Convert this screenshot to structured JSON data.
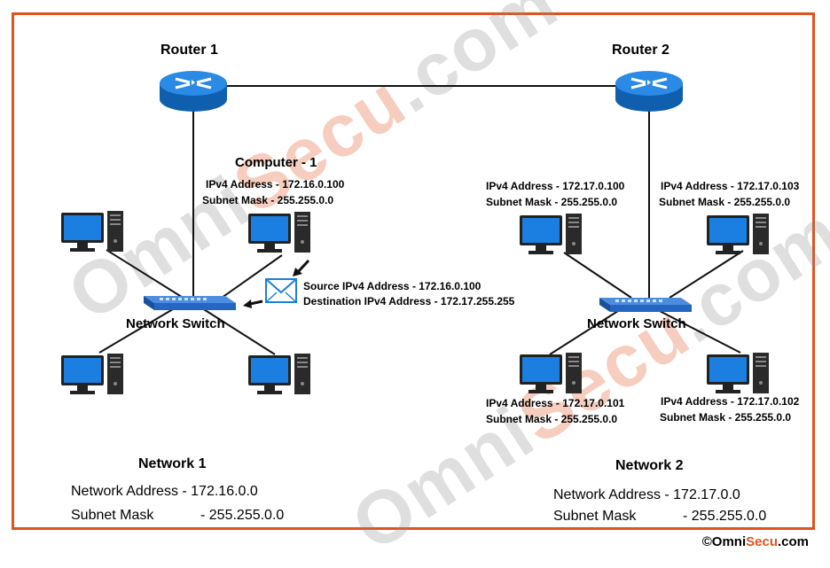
{
  "routers": [
    {
      "label": "Router 1"
    },
    {
      "label": "Router 2"
    }
  ],
  "network1": {
    "switch_label": "Network Switch",
    "computer1": {
      "title": "Computer - 1",
      "ipv4": "IPv4 Address - 172.16.0.100",
      "mask": "Subnet Mask - 255.255.0.0"
    },
    "packet": {
      "source": "Source IPv4 Address - 172.16.0.100",
      "destination": "Destination IPv4 Address - 172.17.255.255"
    },
    "title": "Network 1",
    "address": "Network Address - 172.16.0.0",
    "mask_label": "Subnet Mask",
    "mask_value": "- 255.255.0.0"
  },
  "network2": {
    "switch_label": "Network Switch",
    "hosts": [
      {
        "ipv4": "IPv4 Address - 172.17.0.100",
        "mask": "Subnet Mask  - 255.255.0.0"
      },
      {
        "ipv4": "IPv4 Address - 172.17.0.103",
        "mask": "Subnet Mask  - 255.255.0.0"
      },
      {
        "ipv4": "IPv4 Address - 172.17.0.101",
        "mask": "Subnet Mask - 255.255.0.0"
      },
      {
        "ipv4": "IPv4 Address - 172.17.0.102",
        "mask": "Subnet Mask - 255.255.0.0"
      }
    ],
    "title": "Network 2",
    "address": "Network Address - 172.17.0.0",
    "mask_label": "Subnet Mask",
    "mask_value": "- 255.255.0.0"
  },
  "watermark": {
    "left": "Omni",
    "accent": "Secu",
    "right": ".com"
  },
  "copyright": {
    "symbol": "©",
    "brand_a": "Omni",
    "brand_b": "Secu",
    "brand_c": ".com"
  },
  "colors": {
    "frame": "#e0531f",
    "router": "#1c7bd8",
    "switch": "#2b6fcf",
    "monitor": "#1a7fe0"
  }
}
